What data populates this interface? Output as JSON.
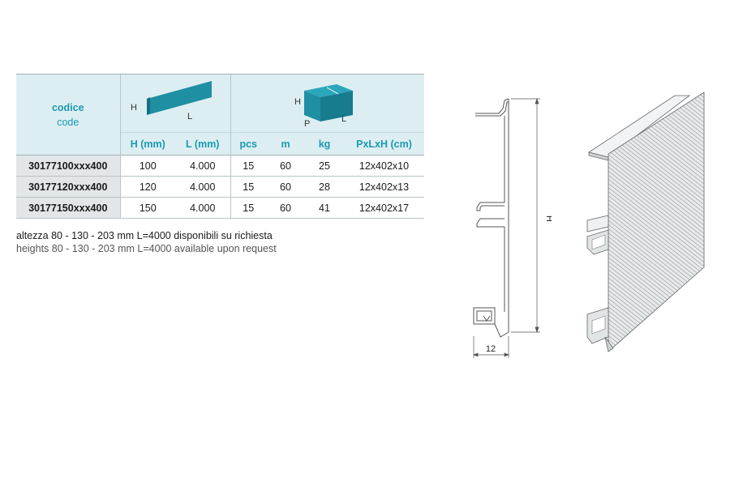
{
  "table": {
    "code_header": "codice",
    "code_header_sub": "code",
    "single_icon_labels": {
      "h": "H",
      "l": "L"
    },
    "pack_icon_labels": {
      "h": "H",
      "p": "P",
      "l": "L"
    },
    "columns": [
      "H (mm)",
      "L (mm)",
      "pcs",
      "m",
      "kg",
      "PxLxH (cm)"
    ],
    "rows": [
      {
        "code": "30177100xxx400",
        "h": "100",
        "l": "4.000",
        "pcs": "15",
        "m": "60",
        "kg": "25",
        "dims": "12x402x10"
      },
      {
        "code": "30177120xxx400",
        "h": "120",
        "l": "4.000",
        "pcs": "15",
        "m": "60",
        "kg": "28",
        "dims": "12x402x13"
      },
      {
        "code": "30177150xxx400",
        "h": "150",
        "l": "4.000",
        "pcs": "15",
        "m": "60",
        "kg": "41",
        "dims": "12x402x17"
      }
    ],
    "colors": {
      "accent": "#1a9ab0",
      "header_bg": "#ddeef2",
      "icon_teal": "#1f8fa3"
    }
  },
  "notes": {
    "it": "altezza 80 - 130 - 203 mm L=4000 disponibili su richiesta",
    "en": "heights 80 - 130 - 203 mm L=4000 available upon request"
  },
  "drawing": {
    "height_label": "H",
    "width_label": "12"
  }
}
